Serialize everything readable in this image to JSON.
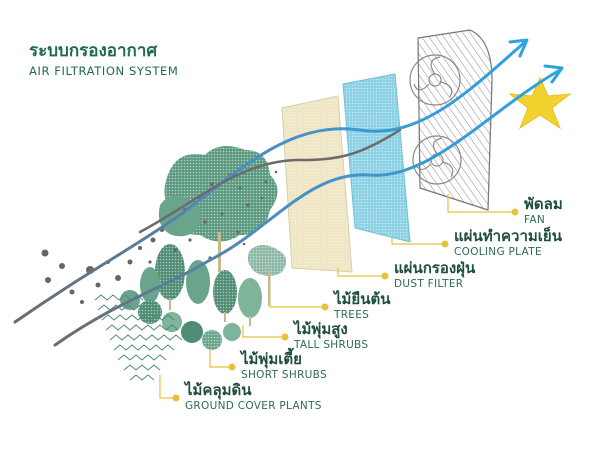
{
  "title": {
    "thai": "ระบบกรองอากาศ",
    "english": "AIR FILTRATION SYSTEM"
  },
  "layers": [
    {
      "id": "fan",
      "thai": "พัดลม",
      "english": "FAN"
    },
    {
      "id": "cooling-plate",
      "thai": "แผ่นทำความเย็น",
      "english": "COOLING PLATE"
    },
    {
      "id": "dust-filter",
      "thai": "แผ่นกรองฝุ่น",
      "english": "DUST FILTER"
    },
    {
      "id": "trees",
      "thai": "ไม้ยืนต้น",
      "english": "TREES"
    },
    {
      "id": "tall-shrubs",
      "thai": "ไม้พุ่มสูง",
      "english": "TALL SHRUBS"
    },
    {
      "id": "short-shrubs",
      "thai": "ไม้พุ่มเตี้ย",
      "english": "SHORT SHRUBS"
    },
    {
      "id": "ground-cover",
      "thai": "ไม้คลุมดิน",
      "english": "GROUND COVER PLANTS"
    }
  ],
  "colors": {
    "title": "#1f6b4a",
    "label_dot": "#e9c03a",
    "airflow_gray": "#6b6b6b",
    "airflow_blue": "#2a9ad8",
    "dust_filter": "#efe6c6",
    "cooling_plate": "#8fd2e6",
    "plants": "#4f8c74",
    "sun": "#f2d22e"
  }
}
